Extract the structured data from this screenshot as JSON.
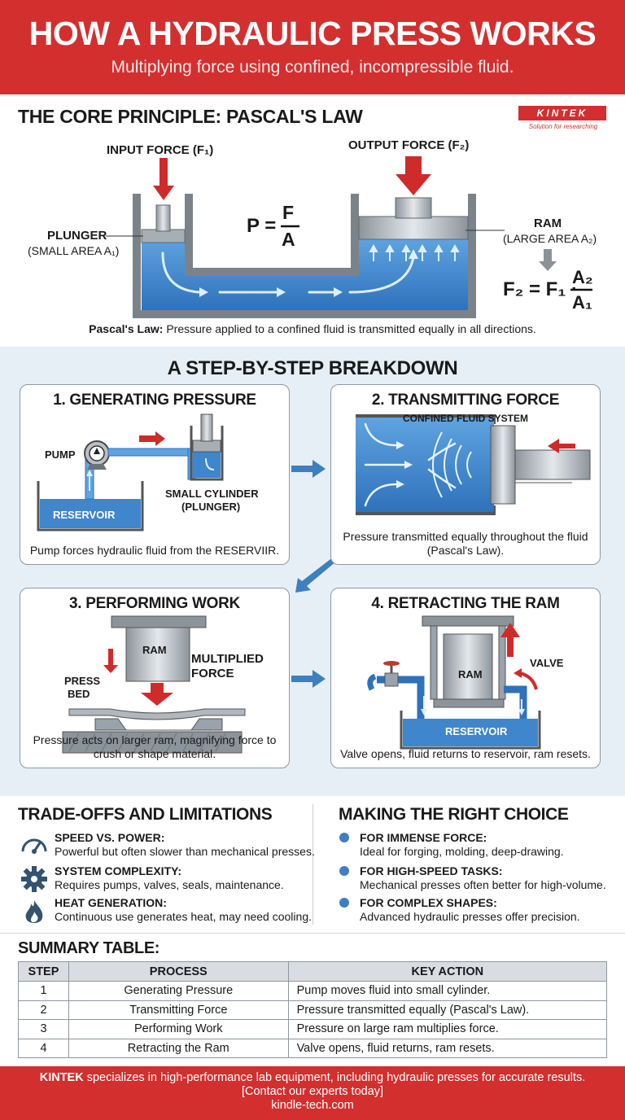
{
  "header": {
    "title": "HOW A HYDRAULIC PRESS WORKS",
    "subtitle": "Multiplying force using confined, incompressible fluid."
  },
  "core": {
    "title": "THE CORE PRINCIPLE: PASCAL'S LAW",
    "input_force": "INPUT FORCE (F₁)",
    "output_force": "OUTPUT FORCE (F₂)",
    "plunger": "PLUNGER",
    "plunger_area": "(SMALL AREA A₁)",
    "ram": "RAM",
    "ram_area": "(LARGE AREA A₂)",
    "formula_p": "P =",
    "formula_num": "F",
    "formula_den": "A",
    "formula_f2": "F₂ = F₁ ·",
    "formula_a2": "A₂",
    "formula_a1": "A₁",
    "pascal_bold": "Pascal's Law:",
    "pascal_text": " Pressure applied to a confined fluid is transmitted equally in all directions."
  },
  "logo": {
    "name": "KINTEK",
    "tagline": "Solution for researching"
  },
  "steps": {
    "title": "A STEP-BY-STEP BREAKDOWN",
    "s1": {
      "title": "1. GENERATING PRESSURE",
      "pump": "PUMP",
      "reservoir": "RESERVOIR",
      "cyl1": "SMALL CYLINDER",
      "cyl2": "(PLUNGER)",
      "caption": "Pump forces hydraulic fluid from the RESERVIIR."
    },
    "s2": {
      "title": "2. TRANSMITTING FORCE",
      "label": "CONFINED FLUID SYSTEM",
      "caption": "Pressure transmitted equally throughout the fluid (Pascal's Law)."
    },
    "s3": {
      "title": "3. PERFORMING WORK",
      "ram": "RAM",
      "force1": "MULTIPLIED",
      "force2": "FORCE",
      "bed1": "PRESS",
      "bed2": "BED",
      "caption": "Pressure acts on larger ram, magnifying force to crush or shape material."
    },
    "s4": {
      "title": "4. RETRACTING THE RAM",
      "ram": "RAM",
      "valve": "VALVE",
      "reservoir": "RESERVOIR",
      "caption": "Valve opens, fluid returns to reservoir, ram resets."
    }
  },
  "tradeoffs": {
    "title": "TRADE-OFFS AND LIMITATIONS",
    "items": [
      {
        "head": "SPEED VS. POWER:",
        "desc": "Powerful but often slower than mechanical presses."
      },
      {
        "head": "SYSTEM COMPLEXITY:",
        "desc": "Requires pumps, valves, seals, maintenance."
      },
      {
        "head": "HEAT GENERATION:",
        "desc": "Continuous use generates heat, may need cooling."
      }
    ]
  },
  "choice": {
    "title": "MAKING THE RIGHT CHOICE",
    "items": [
      {
        "head": "FOR IMMENSE FORCE:",
        "desc": "Ideal for forging, molding, deep-drawing."
      },
      {
        "head": "FOR HIGH-SPEED TASKS:",
        "desc": "Mechanical presses often better for high-volume."
      },
      {
        "head": "FOR COMPLEX SHAPES:",
        "desc": "Advanced hydraulic presses offer precision."
      }
    ]
  },
  "summary": {
    "title": "SUMMARY TABLE:",
    "headers": [
      "STEP",
      "PROCESS",
      "KEY ACTION"
    ],
    "rows": [
      [
        "1",
        "Generating Pressure",
        "Pump moves fluid into small cylinder."
      ],
      [
        "2",
        "Transmitting Force",
        "Pressure transmitted equally (Pascal's Law)."
      ],
      [
        "3",
        "Performing Work",
        "Pressure on large ram multiplies force."
      ],
      [
        "4",
        "Retracting the Ram",
        "Valve opens, fluid returns, ram resets."
      ]
    ]
  },
  "footer": {
    "brand": "KINTEK",
    "line1": " specializes in high-performance lab equipment, including hydraulic presses for accurate results.",
    "line2": "[Contact our experts today]",
    "line3": "kindle-tech.com"
  },
  "colors": {
    "brand_red": "#d32f2f",
    "fluid_blue": "#3f86cc",
    "steel_gray": "#9aa3ab"
  }
}
